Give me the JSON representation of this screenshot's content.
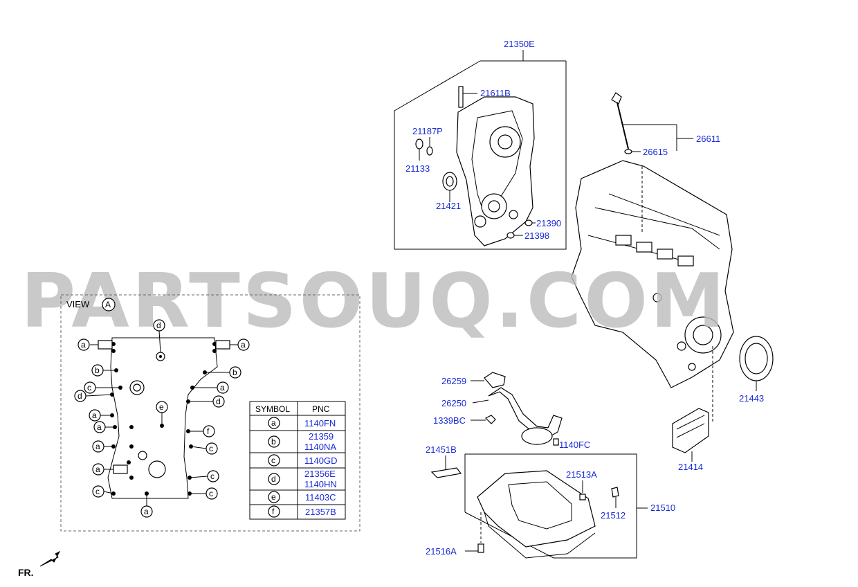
{
  "watermark": "PARTSOUQ.COM",
  "view_label": "VIEW",
  "view_marker": "A",
  "front_label": "FR.",
  "callouts": {
    "c21350E": "21350E",
    "c21611B": "21611B",
    "c21187P": "21187P",
    "c21133": "21133",
    "c21421": "21421",
    "c21390": "21390",
    "c21398": "21398",
    "c26611": "26611",
    "c26615": "26615",
    "c21443": "21443",
    "c26259": "26259",
    "c26250": "26250",
    "c1339BC": "1339BC",
    "c1140FC": "1140FC",
    "c21414": "21414",
    "c21451B": "21451B",
    "c21513A": "21513A",
    "c21512": "21512",
    "c21510": "21510",
    "c21516A": "21516A"
  },
  "legend": {
    "symbol_header": "SYMBOL",
    "pnc_header": "PNC",
    "rows": [
      {
        "symbol": "a",
        "pnc1": "1140FN",
        "pnc2": ""
      },
      {
        "symbol": "b",
        "pnc1": "21359",
        "pnc2": "1140NA"
      },
      {
        "symbol": "c",
        "pnc1": "1140GD",
        "pnc2": ""
      },
      {
        "symbol": "d",
        "pnc1": "21356E",
        "pnc2": "1140HN"
      },
      {
        "symbol": "e",
        "pnc1": "11403C",
        "pnc2": ""
      },
      {
        "symbol": "f",
        "pnc1": "21357B",
        "pnc2": ""
      }
    ]
  },
  "view_symbols": {
    "a": "a",
    "b": "b",
    "c": "c",
    "d": "d",
    "e": "e",
    "f": "f"
  }
}
